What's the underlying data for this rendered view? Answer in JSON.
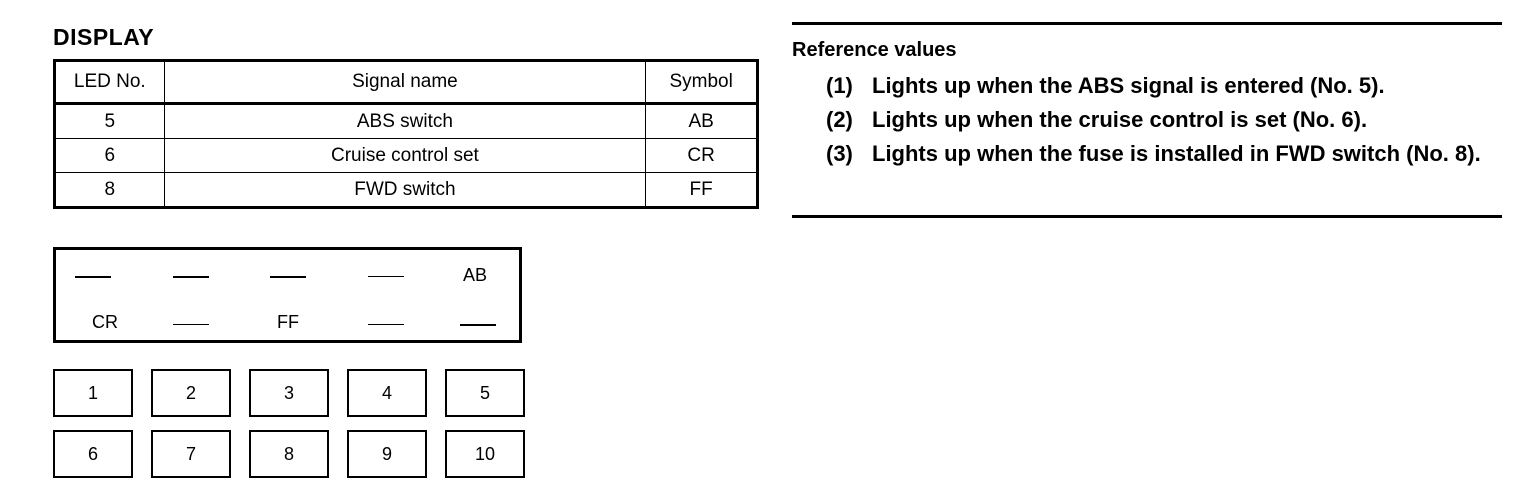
{
  "heading": "DISPLAY",
  "table": {
    "headers": [
      "LED No.",
      "Signal name",
      "Symbol"
    ],
    "rows": [
      [
        "5",
        "ABS switch",
        "AB"
      ],
      [
        "6",
        "Cruise control set",
        "CR"
      ],
      [
        "8",
        "FWD switch",
        "FF"
      ]
    ]
  },
  "panel": {
    "top_row": [
      "",
      "",
      "",
      "",
      "AB"
    ],
    "bottom_row": [
      "CR",
      "",
      "FF",
      "",
      ""
    ]
  },
  "grid": {
    "row1": [
      "1",
      "2",
      "3",
      "4",
      "5"
    ],
    "row2": [
      "6",
      "7",
      "8",
      "9",
      "10"
    ]
  },
  "reference": {
    "title": "Reference values",
    "items": [
      {
        "num": "(1)",
        "text": "Lights up when the ABS signal is entered (No. 5)."
      },
      {
        "num": "(2)",
        "text": "Lights up when the cruise control is set (No. 6)."
      },
      {
        "num": "(3)",
        "text": "Lights up when the fuse is installed in FWD switch (No. 8)."
      }
    ]
  }
}
